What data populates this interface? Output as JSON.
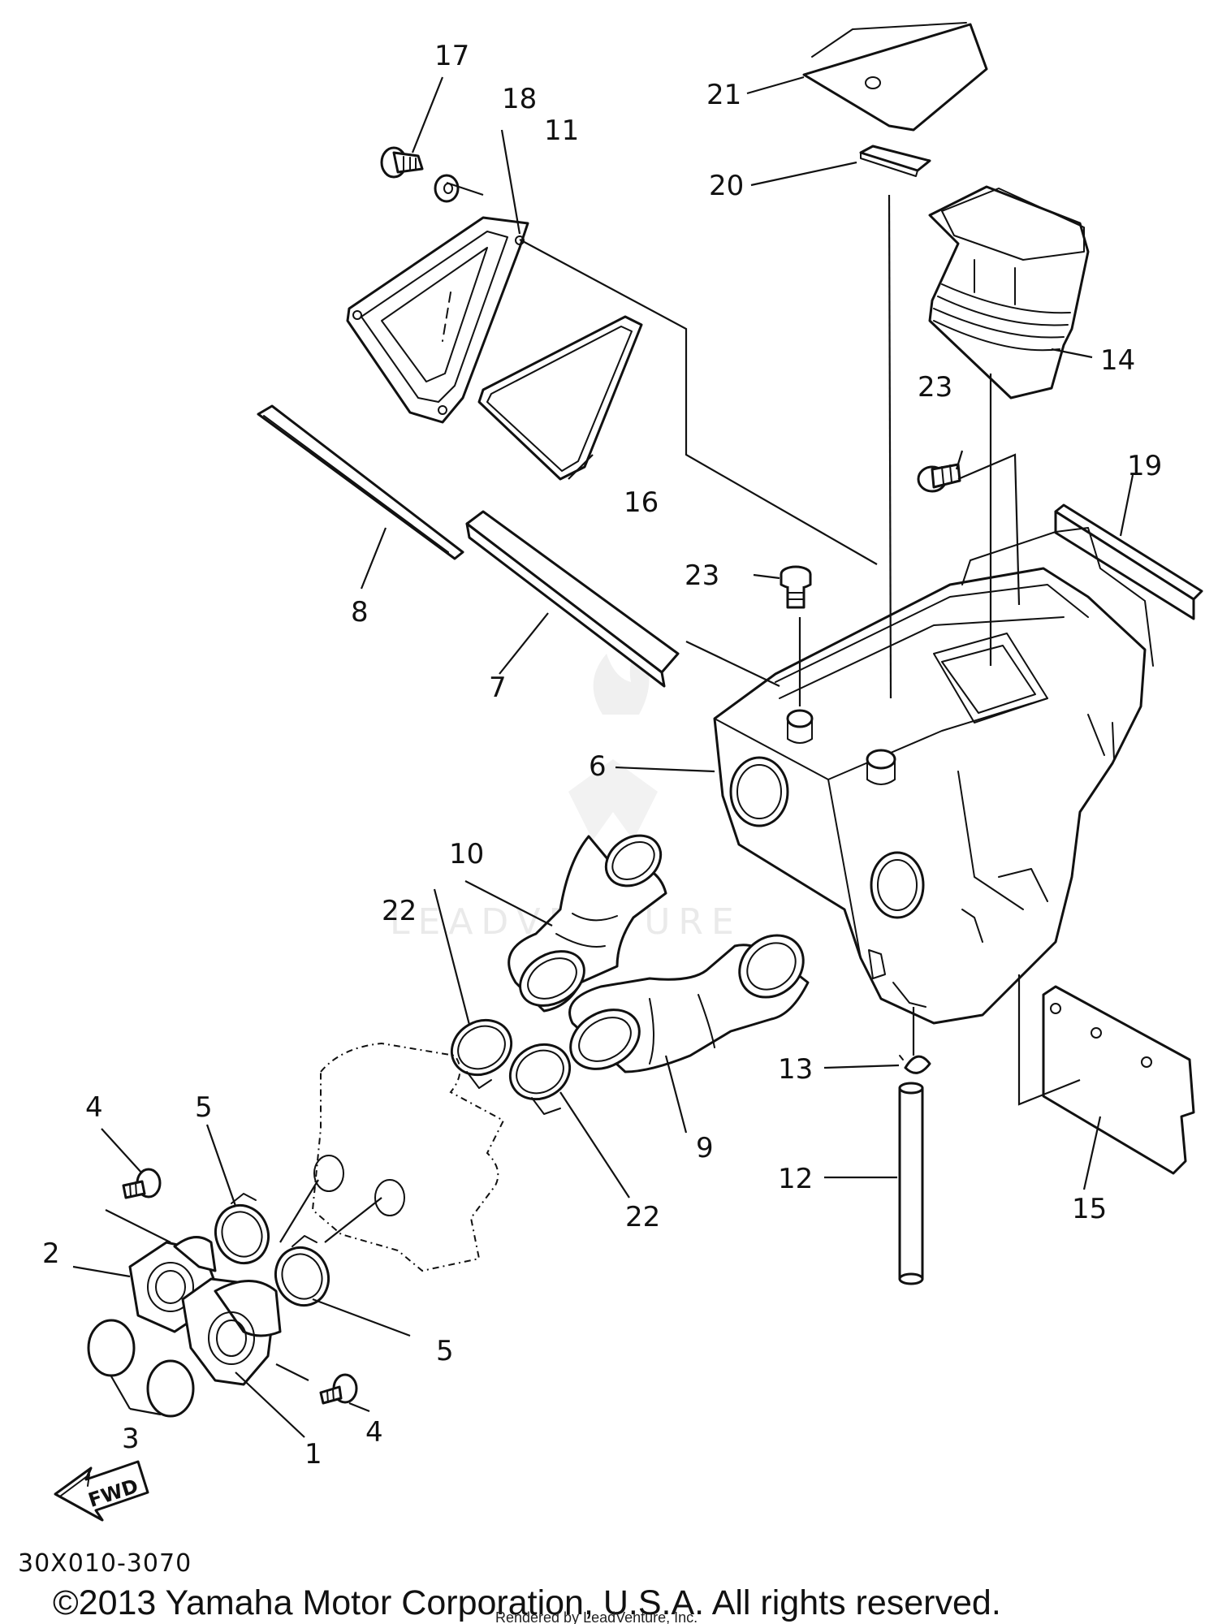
{
  "diagram": {
    "drawing_number": "30X010-3070",
    "fwd_badge": "FWD",
    "watermark": "LEADVENTURE",
    "copyright": "©2013 Yamaha Motor Corporation, U.S.A. All rights reserved.",
    "rendered_by": "Rendered by LeadVenture, Inc.",
    "callouts": {
      "c1": "1",
      "c2": "2",
      "c3": "3",
      "c4a": "4",
      "c4b": "4",
      "c5a": "5",
      "c5b": "5",
      "c6": "6",
      "c7": "7",
      "c8": "8",
      "c9": "9",
      "c10": "10",
      "c11": "11",
      "c12": "12",
      "c13": "13",
      "c14": "14",
      "c15": "15",
      "c16": "16",
      "c17": "17",
      "c18": "18",
      "c19": "19",
      "c20": "20",
      "c21": "21",
      "c22a": "22",
      "c22b": "22",
      "c23a": "23",
      "c23b": "23"
    }
  }
}
